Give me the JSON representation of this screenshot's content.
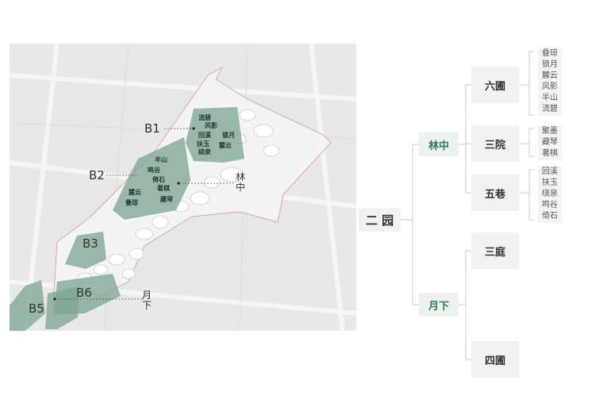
{
  "map": {
    "labels": {
      "b1": "B1",
      "b2": "B2",
      "b3": "B3",
      "b5": "B5",
      "b6": "B6",
      "linzhong": "林中",
      "yuexia": "月下"
    },
    "b1_names": [
      "流碧",
      "风影",
      "回溪",
      "扶玉",
      "锁月",
      "绕泉",
      "麓云"
    ],
    "b2_names": [
      "半山",
      "鸣谷",
      "倚石",
      "麓云",
      "著棋",
      "叠琼",
      "藏琴"
    ]
  },
  "tree": {
    "root": "二 园",
    "branches": [
      {
        "label": "林中",
        "children": [
          {
            "label": "六圃",
            "leaves": [
              "叠琼",
              "锁月",
              "麓云",
              "风影",
              "半山",
              "流碧"
            ]
          },
          {
            "label": "三院",
            "leaves": [
              "聚墨",
              "藏琴",
              "著棋"
            ]
          },
          {
            "label": "五巷",
            "leaves": [
              "回溪",
              "扶玉",
              "绕泉",
              "鸣谷",
              "倚石"
            ]
          }
        ]
      },
      {
        "label": "月下",
        "children": [
          {
            "label": "三庭"
          },
          {
            "label": "四圃"
          }
        ]
      }
    ]
  },
  "colors": {
    "accent": "#2f7a60",
    "zone_green": "#7fa596",
    "boundary": "#e0a8a8"
  }
}
